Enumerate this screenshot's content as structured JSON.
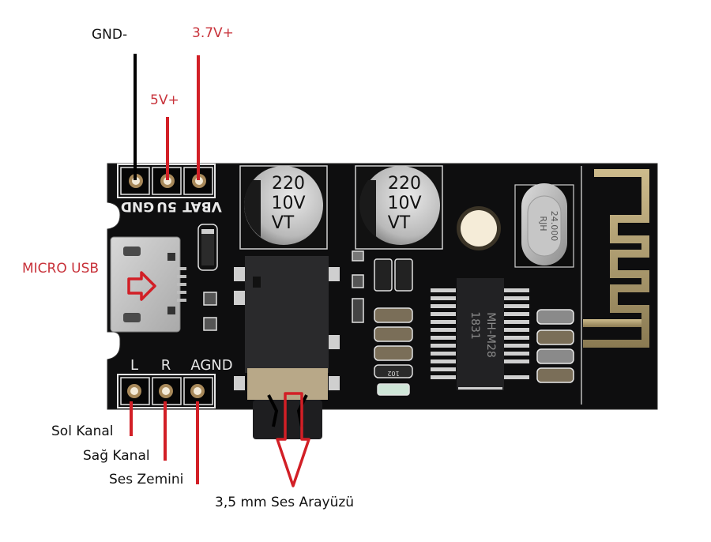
{
  "diagram": {
    "title": "MH-M28 Bluetooth Audio Receiver Module Pinout",
    "colors": {
      "power_positive": "#d21f26",
      "ground": "#000000",
      "label_red": "#c8323a",
      "pcb": "#0e0e0f",
      "silkscreen": "#e8e8e8",
      "antenna": "#c9b98a"
    },
    "power_pins": {
      "silkscreen": [
        "GND",
        "5U",
        "VBAT"
      ],
      "labels": {
        "gnd": "GND-",
        "v5": "5V+",
        "v37": "3.7V+"
      }
    },
    "usb": {
      "label": "MICRO USB",
      "icon": "arrow-right-icon"
    },
    "audio_pins": {
      "silkscreen": [
        "L",
        "R",
        "AGND"
      ],
      "labels": {
        "left": "Sol Kanal",
        "right": "Sağ Kanal",
        "ground": "Ses Zemini"
      }
    },
    "audio_jack": {
      "label": "3,5 mm Ses Arayüzü",
      "icon": "arrow-down-icon"
    },
    "components": {
      "capacitor_1": [
        "220",
        "10V",
        "VT"
      ],
      "capacitor_2": [
        "220",
        "10V",
        "VT"
      ],
      "crystal": [
        "RJH",
        "24.000"
      ],
      "chip": [
        "MH-M28",
        "1831"
      ],
      "resistor_code": "102"
    }
  }
}
